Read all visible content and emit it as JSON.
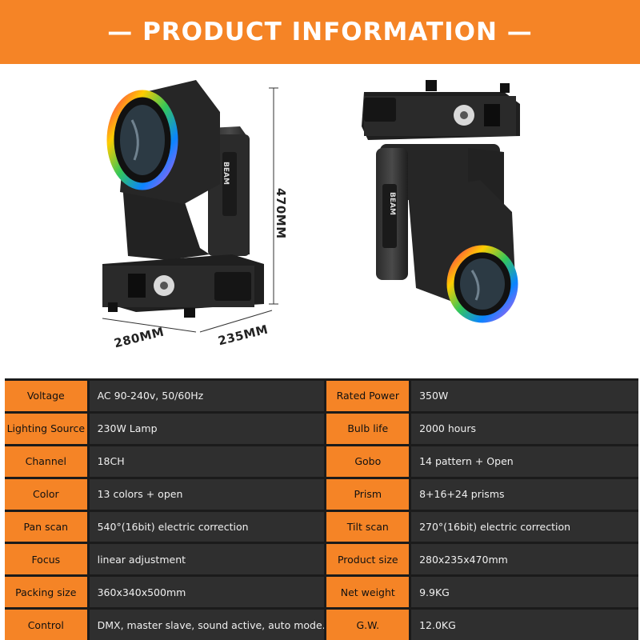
{
  "header": {
    "title": "— PRODUCT INFORMATION —"
  },
  "dimensions": {
    "height": "470MM",
    "width": "280MM",
    "depth": "235MM"
  },
  "fixture": {
    "front_label": "BEAM",
    "side_label": "BEAM"
  },
  "colors": {
    "accent": "#f58426",
    "label_bg": "#f58426",
    "value_bg": "#2f2f2f",
    "border": "#1b1b1b"
  },
  "specs": [
    {
      "label1": "Voltage",
      "value1": "AC 90-240v, 50/60Hz",
      "label2": "Rated Power",
      "value2": "350W"
    },
    {
      "label1": "Lighting Source",
      "value1": "230W Lamp",
      "label2": "Bulb life",
      "value2": "2000 hours"
    },
    {
      "label1": "Channel",
      "value1": "18CH",
      "label2": "Gobo",
      "value2": "14 pattern + Open"
    },
    {
      "label1": "Color",
      "value1": "13 colors + open",
      "label2": "Prism",
      "value2": "8+16+24 prisms"
    },
    {
      "label1": "Pan scan",
      "value1": "540°(16bit) electric correction",
      "label2": "Tilt scan",
      "value2": "270°(16bit) electric correction"
    },
    {
      "label1": "Focus",
      "value1": "linear adjustment",
      "label2": "Product size",
      "value2": "280x235x470mm"
    },
    {
      "label1": "Packing size",
      "value1": "360x340x500mm",
      "label2": "Net weight",
      "value2": "9.9KG"
    },
    {
      "label1": "Control",
      "value1": "DMX, master slave, sound active, auto mode.",
      "label2": "G.W.",
      "value2": "12.0KG"
    }
  ]
}
